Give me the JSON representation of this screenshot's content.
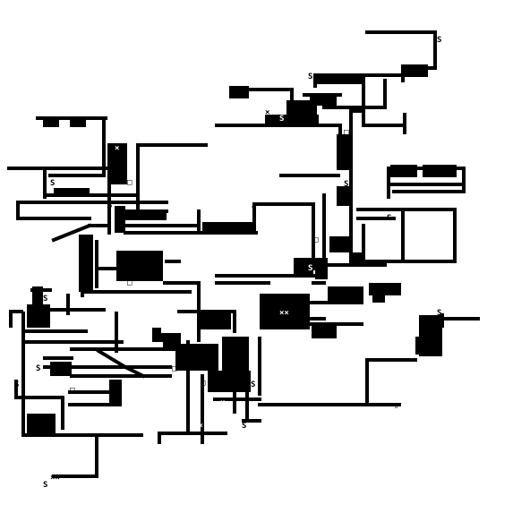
{
  "map": {
    "colors": {
      "background": "#ffffff",
      "wall": "#000000",
      "glyph": "#ffffff",
      "glyph_on_white": "#000000"
    },
    "grid": {
      "cols": 74,
      "rows": 74
    },
    "legend": {
      "start_glyph": "S",
      "loot_glyph": "×",
      "door_glyph": "□",
      "tele_glyph": "▵"
    }
  }
}
